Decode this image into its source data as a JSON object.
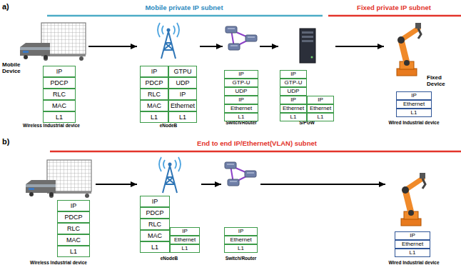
{
  "diagram": {
    "nodes": [
      {
        "text": [
          "Wireless Industrial device"
        ]
      },
      {
        "text": [
          "IP"
        ],
        "in": 0
      },
      {
        "text": [
          "PDCP"
        ],
        "in": 0
      },
      {
        "text": [
          "RLC"
        ],
        "in": 0
      },
      {
        "text": [
          "MAC"
        ],
        "in": 0
      },
      {
        "text": [
          "L1"
        ],
        "in": 0
      },
      {
        "text": [
          "eNodeB"
        ]
      },
      {
        "text": [
          "IP"
        ],
        "in": 6
      },
      {
        "text": [
          "PDCP"
        ],
        "in": 6
      },
      {
        "text": [
          "RLC"
        ],
        "in": 6
      },
      {
        "text": [
          "MAC"
        ],
        "in": 6
      },
      {
        "text": [
          "L1"
        ],
        "in": 6
      },
      {
        "text": [
          "GTPU"
        ],
        "in": 6
      },
      {
        "text": [
          "UDP"
        ],
        "in": 6
      },
      {
        "text": [
          "IP"
        ],
        "in": 6
      },
      {
        "text": [
          "Ethernet"
        ],
        "in": 6
      },
      {
        "text": [
          "L1"
        ],
        "in": 6
      },
      {
        "text": [
          "Switch/Router"
        ]
      },
      {
        "text": [
          "IP"
        ],
        "in": 17
      },
      {
        "text": [
          "GTP-U"
        ],
        "in": 17
      },
      {
        "text": [
          "UDP"
        ],
        "in": 17
      },
      {
        "text": [
          "IP"
        ],
        "in": 17
      },
      {
        "text": [
          "Ethernet"
        ],
        "in": 17
      },
      {
        "text": [
          "L1"
        ],
        "in": 17
      },
      {
        "text": [
          "S/PGW"
        ]
      },
      {
        "text": [
          "IP"
        ],
        "in": 24
      },
      {
        "text": [
          "GTP-U"
        ],
        "in": 24
      },
      {
        "text": [
          "UDP"
        ],
        "in": 24
      },
      {
        "text": [
          "IP"
        ],
        "in": 24
      },
      {
        "text": [
          "Ethernet"
        ],
        "in": 24
      },
      {
        "text": [
          "L1"
        ],
        "in": 24
      },
      {
        "text": [
          "IP"
        ],
        "in": 24
      },
      {
        "text": [
          "Ethernet"
        ],
        "in": 24
      },
      {
        "text": [
          "L1"
        ],
        "in": 24
      },
      {
        "text": [
          "Wired Industrial device"
        ]
      },
      {
        "text": [
          "IP"
        ],
        "in": 34
      },
      {
        "text": [
          "Ethernet"
        ],
        "in": 34
      },
      {
        "text": [
          "L1"
        ],
        "in": 34
      },
      {
        "text": [
          "Wireless Industrial device"
        ]
      },
      {
        "text": [
          "IP"
        ],
        "in": 38
      },
      {
        "text": [
          "PDCP"
        ],
        "in": 38
      },
      {
        "text": [
          "RLC"
        ],
        "in": 38
      },
      {
        "text": [
          "MAC"
        ],
        "in": 38
      },
      {
        "text": [
          "L1"
        ],
        "in": 38
      },
      {
        "text": [
          "eNodeB"
        ]
      },
      {
        "text": [
          "IP"
        ],
        "in": 44
      },
      {
        "text": [
          "PDCP"
        ],
        "in": 44
      },
      {
        "text": [
          "RLC"
        ],
        "in": 44
      },
      {
        "text": [
          "MAC"
        ],
        "in": 44
      },
      {
        "text": [
          "L1"
        ],
        "in": 44
      },
      {
        "text": [
          "IP"
        ],
        "in": 44
      },
      {
        "text": [
          "Ethernet"
        ],
        "in": 44
      },
      {
        "text": [
          "L1"
        ],
        "in": 44
      },
      {
        "text": [
          "Switch/Router"
        ]
      },
      {
        "text": [
          "IP"
        ],
        "in": 53
      },
      {
        "text": [
          "Ethernet"
        ],
        "in": 53
      },
      {
        "text": [
          "L1"
        ],
        "in": 53
      },
      {
        "text": [
          "Wired Industrial device"
        ]
      },
      {
        "text": [
          "IP"
        ],
        "in": 57
      },
      {
        "text": [
          "Ethernet"
        ],
        "in": 57
      },
      {
        "text": [
          "L1"
        ],
        "in": 57
      }
    ],
    "edges": [
      {
        "from": 0,
        "to": 6,
        "arrow": "to"
      },
      {
        "from": 6,
        "to": 17,
        "arrow": "to"
      },
      {
        "from": 17,
        "to": 24,
        "arrow": "to"
      },
      {
        "from": 24,
        "to": 34,
        "arrow": "to"
      },
      {
        "from": 38,
        "to": 44,
        "arrow": "to"
      },
      {
        "from": 44,
        "to": 53,
        "arrow": "to"
      },
      {
        "from": 53,
        "to": 57,
        "arrow": "to"
      }
    ],
    "labels": [
      "a)",
      "Mobile private IP subnet",
      "Fixed private IP subnet",
      "Mobile Device",
      "Fixed Device",
      "b)",
      "End to end IP/Ethernet(VLAN) subnet"
    ]
  }
}
